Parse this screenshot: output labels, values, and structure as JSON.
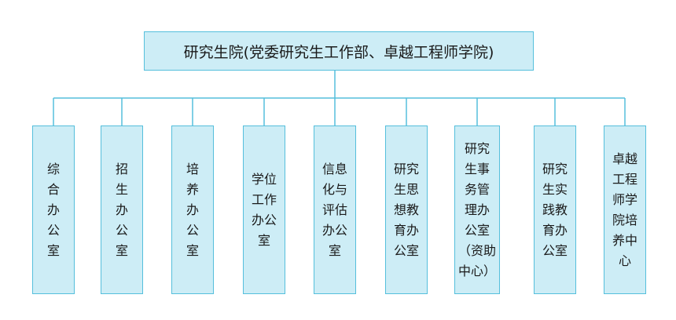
{
  "diagram": {
    "root": {
      "label": "研究生院(党委研究生工作部、卓越工程师学院)"
    },
    "children": [
      {
        "label": "综\n合\n办\n公\n室"
      },
      {
        "label": "招\n生\n办\n公\n室"
      },
      {
        "label": "培\n养\n办\n公\n室"
      },
      {
        "label": "学位\n工作\n办公\n室"
      },
      {
        "label": "信息\n化与\n评估\n办公\n室"
      },
      {
        "label": "研究\n生思\n想教\n育办\n公室"
      },
      {
        "label": "研究\n生事\n务管\n理办\n公室\n（资助\n中心）"
      },
      {
        "label": "研究\n生实\n践教\n育办\n公室"
      },
      {
        "label": "卓越\n工程\n师学\n院培\n养中\n心"
      }
    ],
    "colors": {
      "fill": "#cdedf6",
      "border": "#55bfdc"
    }
  }
}
